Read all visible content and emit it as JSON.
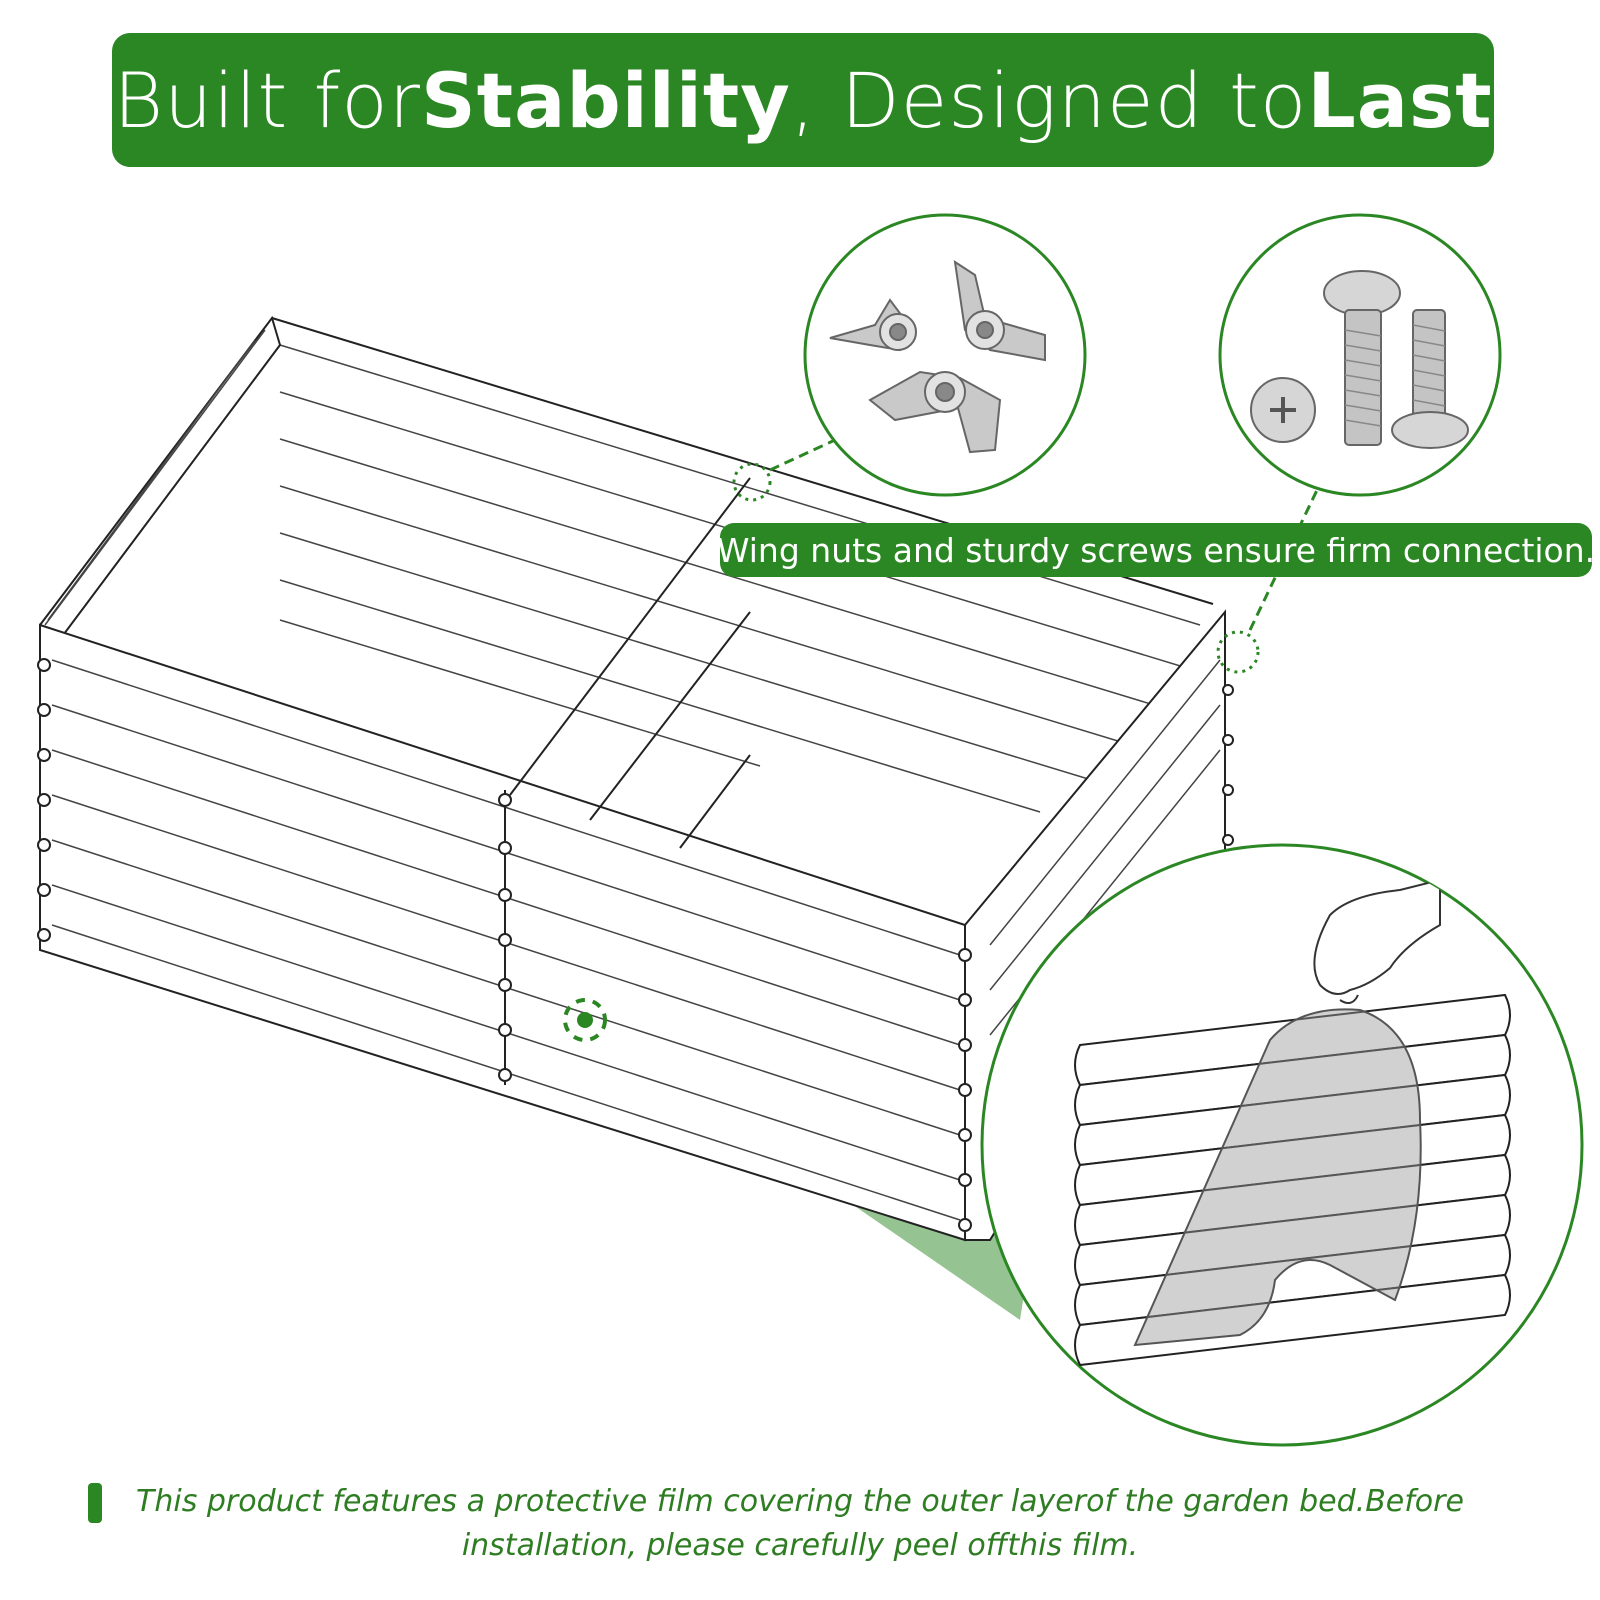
{
  "banner": {
    "part1": "Built for ",
    "part2": "Stability",
    "part3": " , Designed to ",
    "part4": "Last"
  },
  "callout": {
    "text": "Wing nuts and sturdy screws ensure firm connection."
  },
  "note": {
    "text": "This product features a protective film covering the outer layerof the garden bed.Before installation, please carefully peel offthis film."
  },
  "colors": {
    "brand_green": "#2b8723",
    "note_green": "#2e7d22"
  },
  "icons": [
    "wing-nut-icon",
    "screw-icon",
    "protective-film-icon"
  ]
}
